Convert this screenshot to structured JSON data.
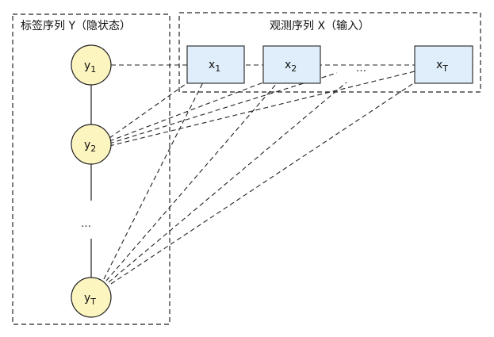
{
  "diagram": {
    "title_hidden": "标签序列 Y（隐状态）",
    "title_observed": "观测序列 X（输入）",
    "hidden_states": [
      {
        "id": "y1",
        "base": "y",
        "sub": "1"
      },
      {
        "id": "y2",
        "base": "y",
        "sub": "2"
      },
      {
        "id": "yT",
        "base": "y",
        "sub": "T"
      }
    ],
    "observations": [
      {
        "id": "x1",
        "base": "x",
        "sub": "1"
      },
      {
        "id": "x2",
        "base": "x",
        "sub": "2"
      },
      {
        "id": "xT",
        "base": "x",
        "sub": "T"
      }
    ],
    "ellipsis": "…",
    "chain_edges": [
      [
        "y1",
        "y2"
      ],
      [
        "y2",
        "ydots"
      ],
      [
        "ydots",
        "yT"
      ]
    ],
    "observation_edges": [
      {
        "from": "y1",
        "to": [
          "x1",
          "x2",
          "xdots",
          "xT"
        ]
      },
      {
        "from": "y2",
        "to": [
          "x1",
          "x2",
          "xdots",
          "xT"
        ]
      },
      {
        "from": "yT",
        "to": [
          "x1",
          "x2",
          "xdots",
          "xT"
        ]
      }
    ],
    "colors": {
      "hidden_fill": "#fdf5c0",
      "observed_fill": "#dfeefa",
      "stroke": "#222222"
    }
  }
}
